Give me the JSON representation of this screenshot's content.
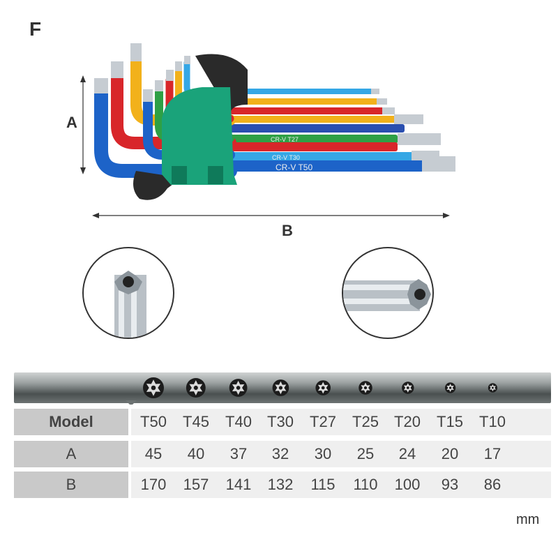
{
  "variant_letter": "F",
  "dimension_labels": {
    "a": "A",
    "b": "B"
  },
  "key_markings": [
    "CR-V T50",
    "CR-V T30",
    "CR-V T27"
  ],
  "table": {
    "model_header": "Model",
    "row_a_header": "A",
    "row_b_header": "B",
    "models": [
      "T50",
      "T45",
      "T40",
      "T30",
      "T27",
      "T25",
      "T20",
      "T15",
      "T10"
    ],
    "a_values": [
      "45",
      "40",
      "37",
      "32",
      "30",
      "25",
      "24",
      "20",
      "17"
    ],
    "b_values": [
      "170",
      "157",
      "141",
      "132",
      "115",
      "110",
      "100",
      "93",
      "86"
    ]
  },
  "unit": "mm",
  "colors": {
    "holder_green": "#1aa37a",
    "blue": "#1d63c8",
    "red": "#d8262a",
    "yellow": "#f2b11b",
    "green": "#2ea045",
    "light_blue": "#35a7e5",
    "steel": "#c6ccd2"
  }
}
